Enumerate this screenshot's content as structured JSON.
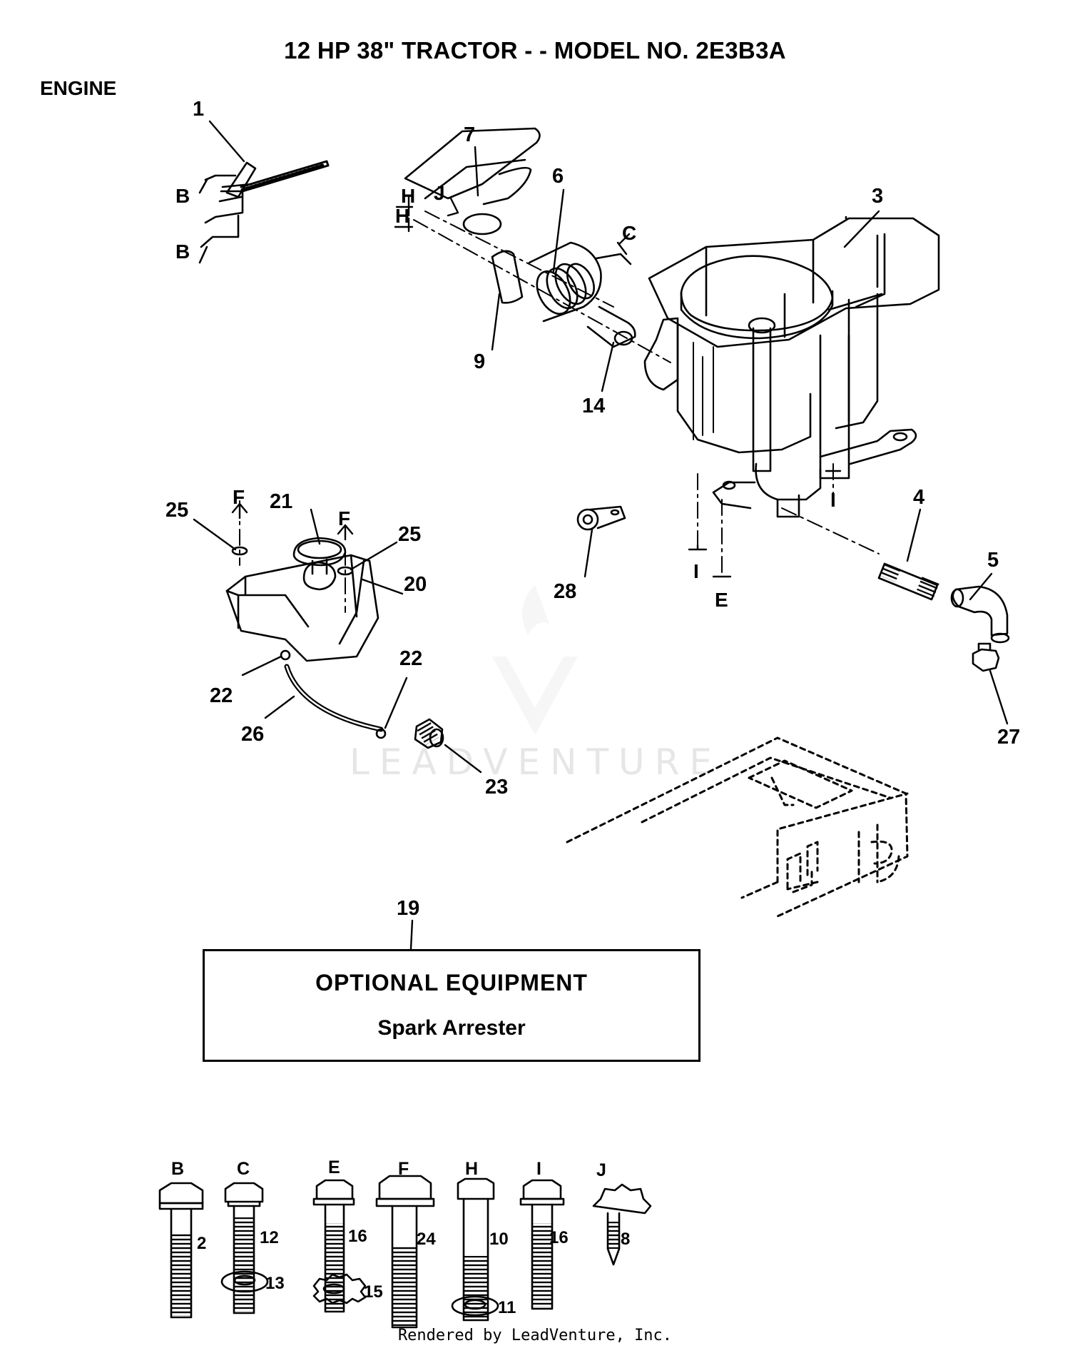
{
  "title": "12 HP 38\" TRACTOR - - MODEL NO.  2E3B3A",
  "section": "ENGINE",
  "watermark": {
    "text": "LEADVENTURE"
  },
  "callouts": [
    {
      "id": "1"
    },
    {
      "id": "3"
    },
    {
      "id": "4"
    },
    {
      "id": "5"
    },
    {
      "id": "6"
    },
    {
      "id": "7"
    },
    {
      "id": "9"
    },
    {
      "id": "14"
    },
    {
      "id": "19"
    },
    {
      "id": "20"
    },
    {
      "id": "21"
    },
    {
      "id": "22a",
      "label": "22"
    },
    {
      "id": "22b",
      "label": "22"
    },
    {
      "id": "23"
    },
    {
      "id": "25a",
      "label": "25"
    },
    {
      "id": "25b",
      "label": "25"
    },
    {
      "id": "26"
    },
    {
      "id": "27"
    },
    {
      "id": "28"
    }
  ],
  "fastener_refs": [
    "B",
    "B",
    "C",
    "E",
    "F",
    "F",
    "H",
    "H",
    "I",
    "I",
    "J"
  ],
  "optional_equipment": {
    "title": "OPTIONAL EQUIPMENT",
    "item": "Spark Arrester"
  },
  "hardware": [
    {
      "letter": "B",
      "bolt": "2"
    },
    {
      "letter": "C",
      "bolt": "12",
      "washer": "13"
    },
    {
      "letter": "E",
      "bolt": "16",
      "washer": "15"
    },
    {
      "letter": "F",
      "bolt": "24"
    },
    {
      "letter": "H",
      "bolt": "10",
      "washer": "11"
    },
    {
      "letter": "I",
      "bolt": "16"
    },
    {
      "letter": "J",
      "bolt": "8"
    }
  ],
  "footer": "Rendered by LeadVenture, Inc."
}
